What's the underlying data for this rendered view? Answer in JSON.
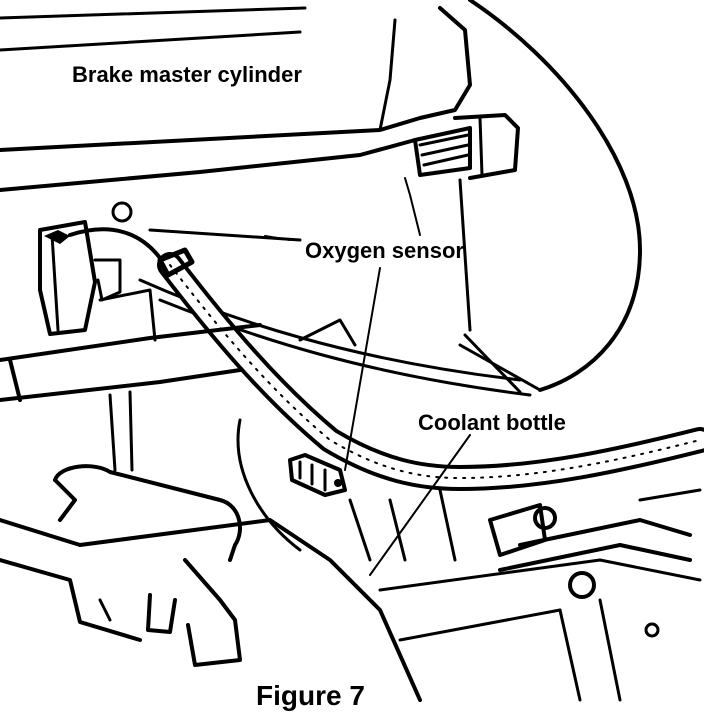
{
  "labels": {
    "brake_master_cylinder": "Brake master cylinder",
    "oxygen_sensor": "Oxygen sensor",
    "coolant_bottle": "Coolant bottle"
  },
  "caption": "Figure 7",
  "colors": {
    "ink": "#000000",
    "paper": "#ffffff"
  }
}
